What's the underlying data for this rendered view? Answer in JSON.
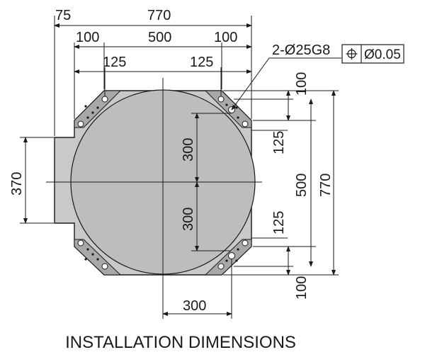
{
  "caption": "INSTALLATION DIMENSIONS",
  "dimensions": {
    "top_left_offset": "75",
    "overall_width": "770",
    "top_left_flat": "100",
    "top_middle": "500",
    "top_right_flat": "100",
    "top_left_hole": "125",
    "top_right_hole": "125",
    "left_height": "370",
    "inner_upper": "300",
    "inner_lower": "300",
    "bottom_width": "300",
    "right_top_flat": "100",
    "right_top_hole": "125",
    "right_middle": "500",
    "right_lower_hole": "125",
    "right_bottom_flat": "100",
    "right_overall": "770"
  },
  "callout": {
    "holes": "2-Ø25G8",
    "tolerance_symbol": "position-icon",
    "tolerance_value": "Ø0.05"
  },
  "colors": {
    "plate": "#c9c9c9",
    "circle": "#bdbdbd",
    "line": "#1a1a1a"
  }
}
